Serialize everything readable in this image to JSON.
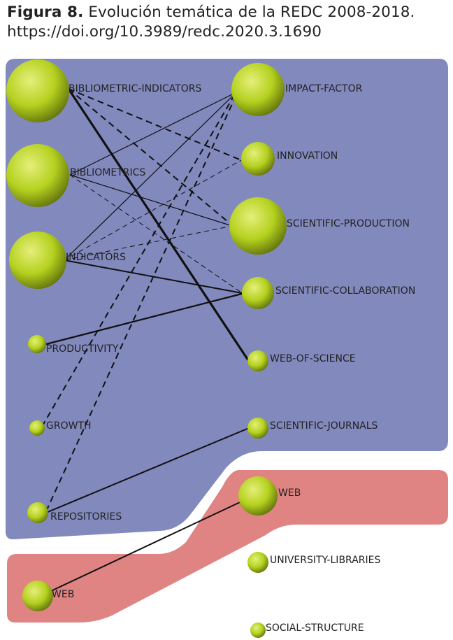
{
  "caption": {
    "label": "Figura 8.",
    "text": "Evolución temática de la REDC 2008-2018.",
    "doi": "https://doi.org/10.3989/redc.2020.3.1690"
  },
  "colors": {
    "blue_area": "#8189bd",
    "red_area": "#e08383",
    "node_fill": "#b5d11f",
    "node_highlight": "#e4ef7a",
    "node_shadow": "#5f6f0c",
    "edge": "#111111"
  },
  "nodes": {
    "bibliometric_indicators": "BIBLIOMETRIC-INDICATORS",
    "bibliometrics": "BIBLIOMETRICS",
    "indicators": "INDICATORS",
    "productivity": "PRODUCTIVITY",
    "growth": "GROWTH",
    "repositories": "REPOSITORIES",
    "web_left": "WEB",
    "impact_factor": "IMPACT-FACTOR",
    "innovation": "INNOVATION",
    "scientific_production": "SCIENTIFIC-PRODUCTION",
    "scientific_collaboration": "SCIENTIFIC-COLLABORATION",
    "web_of_science": "WEB-OF-SCIENCE",
    "scientific_journals": "SCIENTIFIC-JOURNALS",
    "web_right": "WEB",
    "university_libraries": "UNIVERSITY-LIBRARIES",
    "social_structure": "SOCIAL-STRUCTURE"
  },
  "edges": [
    {
      "from": "bibliometric_indicators",
      "to": "web_of_science",
      "style": "solid",
      "weight": "heavy"
    },
    {
      "from": "bibliometric_indicators",
      "to": "innovation",
      "style": "dashed",
      "weight": "medium"
    },
    {
      "from": "bibliometric_indicators",
      "to": "scientific_production",
      "style": "dashed",
      "weight": "medium"
    },
    {
      "from": "bibliometrics",
      "to": "impact_factor",
      "style": "solid",
      "weight": "thin"
    },
    {
      "from": "bibliometrics",
      "to": "scientific_production",
      "style": "solid",
      "weight": "thin"
    },
    {
      "from": "bibliometrics",
      "to": "scientific_collaboration",
      "style": "dashed",
      "weight": "thin"
    },
    {
      "from": "indicators",
      "to": "impact_factor",
      "style": "solid",
      "weight": "thin"
    },
    {
      "from": "indicators",
      "to": "innovation",
      "style": "dashed",
      "weight": "thin"
    },
    {
      "from": "indicators",
      "to": "scientific_production",
      "style": "dashed",
      "weight": "thin"
    },
    {
      "from": "indicators",
      "to": "scientific_collaboration",
      "style": "solid",
      "weight": "medium"
    },
    {
      "from": "productivity",
      "to": "scientific_collaboration",
      "style": "solid",
      "weight": "medium"
    },
    {
      "from": "growth",
      "to": "impact_factor",
      "style": "dashed",
      "weight": "medium"
    },
    {
      "from": "repositories",
      "to": "impact_factor",
      "style": "dashed",
      "weight": "medium"
    },
    {
      "from": "repositories",
      "to": "scientific_journals",
      "style": "solid",
      "weight": "medium"
    },
    {
      "from": "web_left",
      "to": "web_right",
      "style": "solid",
      "weight": "medium"
    }
  ]
}
